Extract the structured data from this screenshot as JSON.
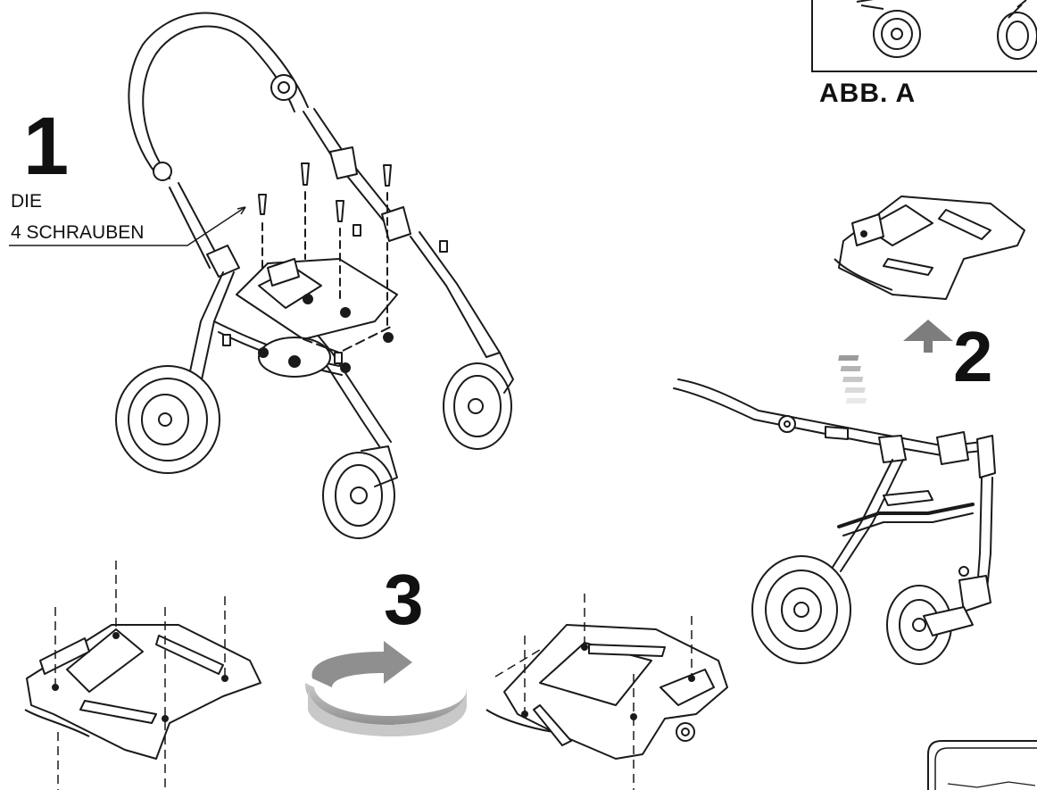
{
  "steps": {
    "one": "1",
    "two": "2",
    "three": "3"
  },
  "step1_caption": {
    "line1": "DIE",
    "line2": "4 SCHRAUBEN"
  },
  "figure_label": "ABB. A",
  "colors": {
    "line": "#1a1a1a",
    "arrow_gray": "#8a8a8a",
    "arrow_light": "#bdbdbd",
    "background": "#ffffff"
  }
}
